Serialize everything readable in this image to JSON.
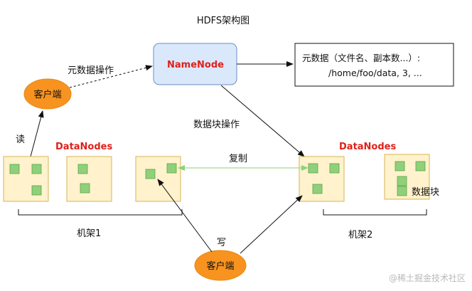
{
  "title": "HDFS架构图",
  "namenode": {
    "label": "NameNode"
  },
  "metadata": {
    "line1": "元数据（文件名、副本数...）:",
    "line2": "/home/foo/data, 3, ..."
  },
  "edges": {
    "metadata_ops": "元数据操作",
    "block_ops": "数据块操作",
    "replication": "复制",
    "read": "读",
    "write": "写"
  },
  "clients": {
    "top": "客户端",
    "bottom": "客户端"
  },
  "datanodes": {
    "left_label": "DataNodes",
    "right_label": "DataNodes"
  },
  "racks": {
    "rack1": "机架1",
    "rack2": "机架2"
  },
  "block_label": "数据块",
  "watermark": "@稀土掘金技术社区",
  "colors": {
    "namenode_fill": "#dae8fc",
    "namenode_stroke": "#6c8ebf",
    "datanode_fill": "#fff2cc",
    "datanode_stroke": "#d6b656",
    "block_fill": "#8fd17a",
    "block_stroke": "#5fa14a",
    "client_fill": "#f7931e",
    "label_red": "#e0201a",
    "replication_line": "#8fd17a"
  }
}
